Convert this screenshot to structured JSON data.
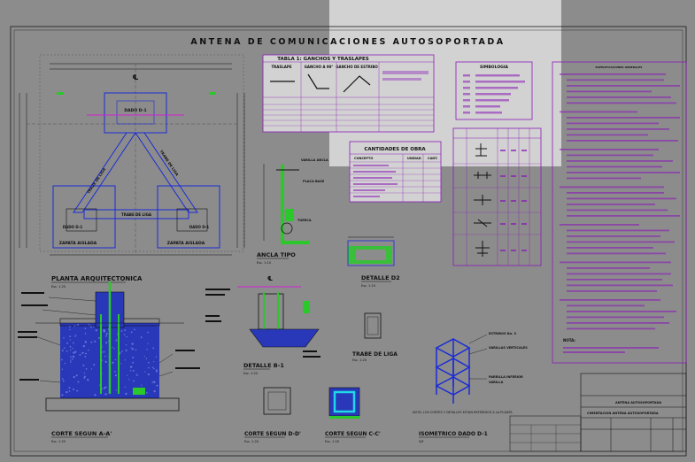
{
  "title": "ANTENA DE COMUNICACIONES AUTOSOPORTADA",
  "plan": {
    "label": "PLANTA ARQUITECTONICA",
    "scale": "Esc. 1:25",
    "dado_top": "DADO D-1",
    "dado_left": "DADO D-1",
    "dado_right": "DADO D-1",
    "zapata_left": "ZAPATA AISLADA",
    "zapata_right": "ZAPATA AISLADA",
    "trabe": "TRABE DE LIGA",
    "trabe_left": "TRABE DE LIGA",
    "trabe_right": "TRABE DE LIGA",
    "axis": "℄"
  },
  "table1": {
    "title": "TABLA 1: GANCHOS Y TRASLAPES",
    "col1": "TRASLAPE",
    "col2": "GANCHO A 90°",
    "col3": "GANCHO DE ESTRIBO"
  },
  "cantidades": {
    "title": "CANTIDADES DE OBRA",
    "h1": "CONCEPTO",
    "h2": "UNIDAD",
    "h3": "CANT."
  },
  "simbologia": {
    "title": "SIMBOLOGIA"
  },
  "notes": {
    "title": "ESPECIFICACIONES GENERALES",
    "nota": "NOTA:"
  },
  "ancla": {
    "label": "ANCLA TIPO",
    "scale": "Esc. 1:10",
    "tag1": "VARILLA ANCLA",
    "tag2": "PLACA BASE",
    "tag3": "TUERCA"
  },
  "detail_d2": {
    "label": "DETALLE D2",
    "scale": "Esc. 1:10"
  },
  "corte_aa": {
    "label": "CORTE SEGUN A-A'",
    "scale": "Esc. 1:25"
  },
  "detail_b1": {
    "label": "DETALLE B-1",
    "scale": "Esc. 1:20"
  },
  "trabe_liga": {
    "label": "TRABE DE LIGA",
    "scale": "Esc. 1:20"
  },
  "isometrico": {
    "label": "ISOMETRICO DADO D-1",
    "scale": "S/E",
    "tag1": "ESTRIBOS No. 3",
    "tag2": "VARILLAS VERTICALES",
    "tag3": "PARRILLA INFERIOR",
    "tag4": "VARILLA"
  },
  "corte_dd": {
    "label": "CORTE SEGUN D-D'",
    "scale": "Esc. 1:20"
  },
  "corte_cc": {
    "label": "CORTE SEGUN C-C'",
    "scale": "Esc. 1:20"
  },
  "footnote": "NOTA: LOS CORTES Y DETALLES ESTAN REFERIDOS A LA PLANTA",
  "titleblock": {
    "company": "ANTENA AUTOSOPORTADA",
    "project": "CIMENTACION ANTENA AUTOSOPORTADA"
  },
  "colors": {
    "background": "#8c8c8c",
    "highlight": "#d2d2d2",
    "line": "#1a1a1a",
    "blue": "#1a2bd6",
    "purple": "#8a1ab8",
    "magenta": "#d020d8",
    "green": "#2ac82a",
    "cyan": "#20d8e8",
    "concrete": "#2838b8",
    "white": "#ffffff"
  }
}
